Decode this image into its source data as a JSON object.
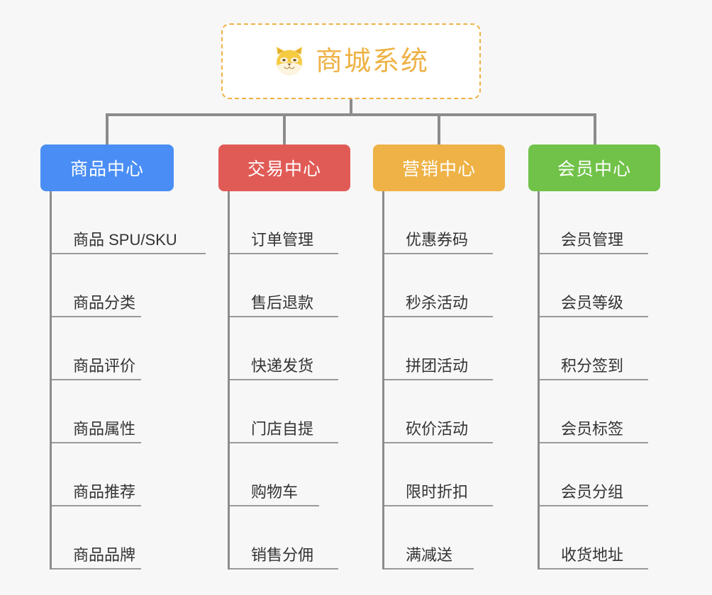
{
  "diagram": {
    "type": "mindmap-tree",
    "background_color": "#f7f7f7",
    "connector_color": "#8c8c8c"
  },
  "root": {
    "title": "商城系统",
    "icon": "shiba-dog-icon",
    "border_color": "#eeb246",
    "text_color": "#eeb246",
    "border_style": "dashed"
  },
  "branches": [
    {
      "label": "商品中心",
      "color": "#4a8ef5",
      "items": [
        {
          "label": "商品 SPU/SKU"
        },
        {
          "label": "商品分类"
        },
        {
          "label": "商品评价"
        },
        {
          "label": "商品属性"
        },
        {
          "label": "商品推荐"
        },
        {
          "label": "商品品牌"
        }
      ]
    },
    {
      "label": "交易中心",
      "color": "#e15b56",
      "items": [
        {
          "label": "订单管理"
        },
        {
          "label": "售后退款"
        },
        {
          "label": "快递发货"
        },
        {
          "label": "门店自提"
        },
        {
          "label": "购物车"
        },
        {
          "label": "销售分佣"
        }
      ]
    },
    {
      "label": "营销中心",
      "color": "#eeb246",
      "items": [
        {
          "label": "优惠券码"
        },
        {
          "label": "秒杀活动"
        },
        {
          "label": "拼团活动"
        },
        {
          "label": "砍价活动"
        },
        {
          "label": "限时折扣"
        },
        {
          "label": "满减送"
        }
      ]
    },
    {
      "label": "会员中心",
      "color": "#70c248",
      "items": [
        {
          "label": "会员管理"
        },
        {
          "label": "会员等级"
        },
        {
          "label": "积分签到"
        },
        {
          "label": "会员标签"
        },
        {
          "label": "会员分组"
        },
        {
          "label": "收货地址"
        }
      ]
    }
  ]
}
